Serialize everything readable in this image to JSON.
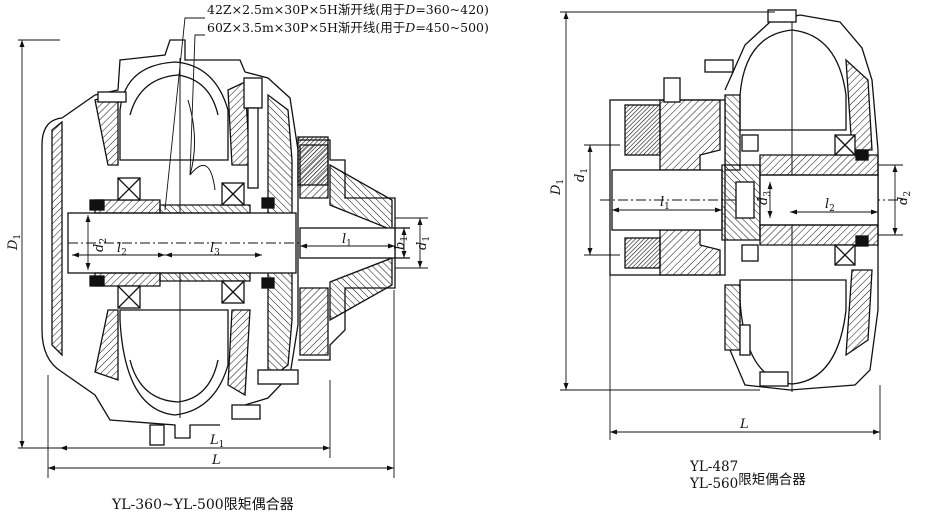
{
  "specs": {
    "line1_prefix": "42Z×2.5m×30P×5H渐开线(用于",
    "line1_var": "D",
    "line1_range": "=360~420)",
    "line2_prefix": "60Z×3.5m×30P×5H渐开线(用于",
    "line2_var": "D",
    "line2_range": "=450~500)"
  },
  "left_figure": {
    "caption": "YL-360~YL-500限矩偶合器",
    "dims": {
      "D": "D",
      "D_sub": "1",
      "d2": "d",
      "d2_sub": "2",
      "l2": "l",
      "l2_sub": "2",
      "l3": "l",
      "l3_sub": "3",
      "l1": "l",
      "l1_sub": "1",
      "b1": "b",
      "b1_sub": "1",
      "d1": "d",
      "d1_sub": "1",
      "L1": "L",
      "L1_sub": "1",
      "L": "L"
    }
  },
  "right_figure": {
    "caption_line1": "YL-487",
    "caption_line2": "YL-560",
    "caption_suffix": "限矩偶合器",
    "dims": {
      "D": "D",
      "D_sub": "1",
      "d1": "d",
      "d1_sub": "1",
      "l1": "l",
      "l1_sub": "1",
      "d3": "d",
      "d3_sub": "3",
      "l2": "l",
      "l2_sub": "2",
      "d2": "d",
      "d2_sub": "2",
      "L": "L"
    }
  }
}
